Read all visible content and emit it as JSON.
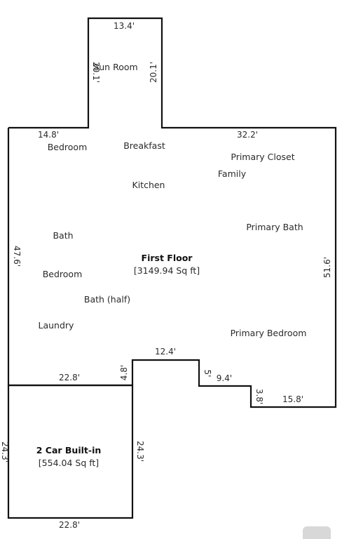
{
  "rooms": {
    "sun_room": "Sun Room",
    "bedroom_1": "Bedroom",
    "breakfast": "Breakfast",
    "primary_closet": "Primary Closet",
    "family": "Family",
    "kitchen": "Kitchen",
    "primary_bath": "Primary Bath",
    "bath": "Bath",
    "bedroom_2": "Bedroom",
    "bath_half": "Bath (half)",
    "laundry": "Laundry",
    "primary_bedroom": "Primary Bedroom"
  },
  "floor": {
    "title": "First Floor",
    "area": "[3149.94 Sq ft]"
  },
  "garage": {
    "title": "2 Car Built-in",
    "area": "[554.04 Sq ft]"
  },
  "dimensions": {
    "sun_top": "13.4'",
    "sun_left": "20.1'",
    "sun_right": "20.1'",
    "top_left": "14.8'",
    "top_right": "32.2'",
    "left_side": "47.6'",
    "right_side": "51.6'",
    "notch_top": "12.4'",
    "notch_left": "4.8'",
    "step_vertical": "5'",
    "step_horizontal": "9.4'",
    "step_small": "3.8'",
    "bottom_right": "15.8'",
    "garage_top": "22.8'",
    "garage_left": "24.3'",
    "garage_right": "24.3'",
    "garage_bottom": "22.8'"
  }
}
